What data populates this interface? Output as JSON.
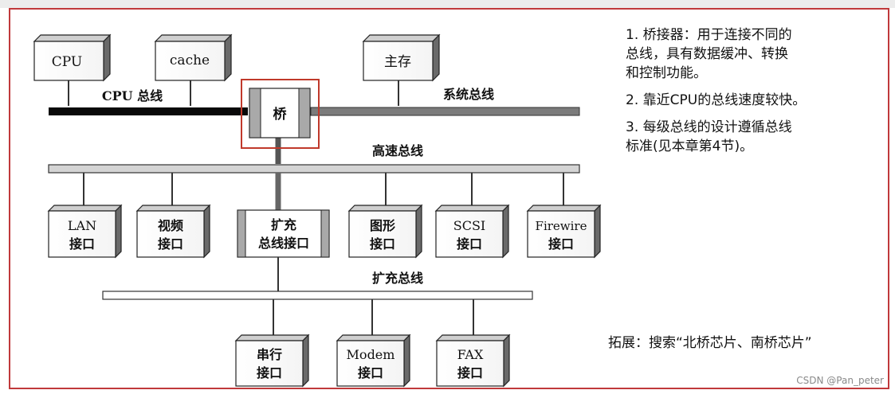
{
  "diagram": {
    "boxes": {
      "cpu": "CPU",
      "cache": "cache",
      "main_memory": "主存",
      "bridge": "桥",
      "lan": [
        "LAN",
        "接口"
      ],
      "video": [
        "视频",
        "接口"
      ],
      "expansion_if": [
        "扩充",
        "总线接口"
      ],
      "graphics": [
        "图形",
        "接口"
      ],
      "scsi": [
        "SCSI",
        "接口"
      ],
      "firewire": [
        "Firewire",
        "接口"
      ],
      "serial": [
        "串行",
        "接口"
      ],
      "modem": [
        "Modem",
        "接口"
      ],
      "fax": [
        "FAX",
        "接口"
      ]
    },
    "buses": {
      "cpu_bus": "CPU 总线",
      "system_bus": "系统总线",
      "high_speed_bus": "高速总线",
      "expansion_bus": "扩充总线"
    }
  },
  "notes": [
    "1. 桥接器：用于连接不同的\n总线，具有数据缓冲、转换\n和控制功能。",
    "2. 靠近CPU的总线速度较快。",
    "3. 每级总线的设计遵循总线\n标准(见本章第4节)。"
  ],
  "extension": "拓展：搜索“北桥芯片、南桥芯片”",
  "watermark": "CSDN @Pan_peter"
}
